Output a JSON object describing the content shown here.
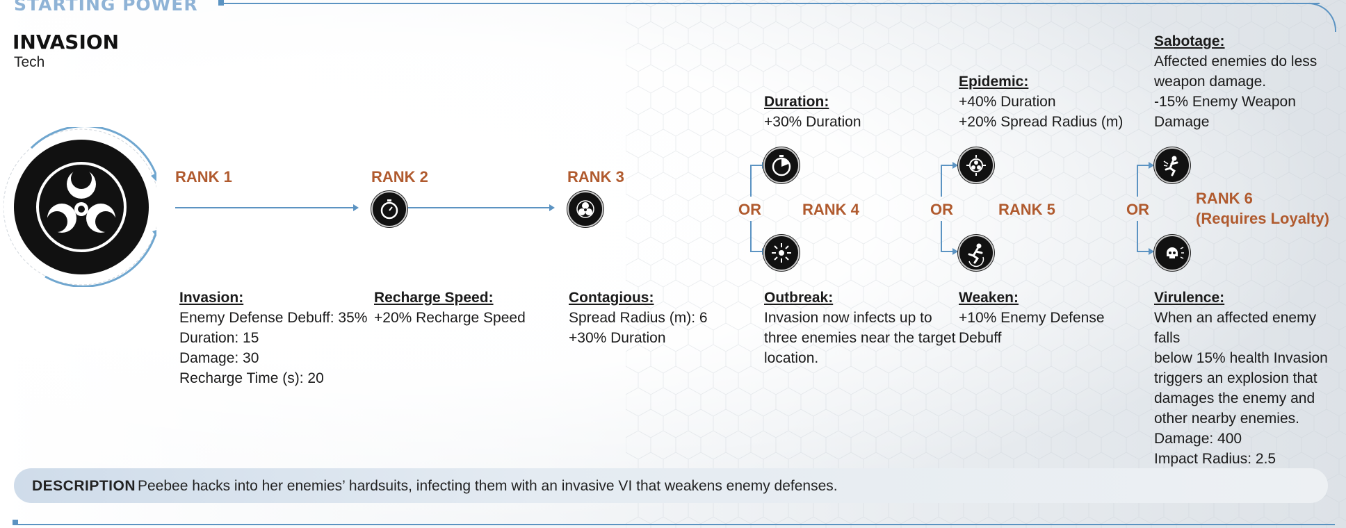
{
  "header": {
    "section_label": "STARTING POWER",
    "power_name": "INVASION",
    "power_type": "Tech"
  },
  "ranks": [
    {
      "label": "RANK 1"
    },
    {
      "label": "RANK 2"
    },
    {
      "label": "RANK 3"
    },
    {
      "label": "RANK 4"
    },
    {
      "label": "RANK 5"
    },
    {
      "label": "RANK 6",
      "note": "(Requires Loyalty)"
    }
  ],
  "or_label": "OR",
  "upgrades": {
    "invasion": {
      "title": "Invasion:",
      "lines": [
        "Enemy Defense Debuff: 35%",
        "Duration: 15",
        "Damage: 30",
        "Recharge Time (s): 20"
      ]
    },
    "recharge_speed": {
      "title": "Recharge Speed:",
      "lines": [
        "+20% Recharge Speed"
      ]
    },
    "contagious": {
      "title": "Contagious:",
      "lines": [
        "Spread Radius (m): 6",
        "+30% Duration"
      ]
    },
    "duration": {
      "title": "Duration:",
      "lines": [
        "+30% Duration"
      ]
    },
    "outbreak": {
      "title": "Outbreak:",
      "lines": [
        "Invasion now infects up to",
        "three enemies near the target",
        "location."
      ]
    },
    "epidemic": {
      "title": "Epidemic:",
      "lines": [
        "+40% Duration",
        "+20% Spread Radius (m)"
      ]
    },
    "weaken": {
      "title": "Weaken:",
      "lines": [
        "+10% Enemy Defense",
        "Debuff"
      ]
    },
    "sabotage": {
      "title": "Sabotage:",
      "lines": [
        "Affected enemies do less",
        "weapon damage.",
        "-15% Enemy Weapon",
        "Damage"
      ]
    },
    "virulence": {
      "title": "Virulence:",
      "lines": [
        "When an affected enemy falls",
        "below 15% health Invasion",
        "triggers an explosion that",
        "damages the enemy and",
        "other nearby enemies.",
        "Damage: 400",
        "Impact Radius: 2.5"
      ]
    }
  },
  "description": {
    "label": "DESCRIPTION",
    "text": "Peebee hacks into her enemies’ hardsuits, infecting them with an invasive VI that weakens enemy defenses."
  },
  "colors": {
    "accent_blue": "#5b93c2",
    "rank_orange": "#b05a2e",
    "node_black": "#111111"
  },
  "icons": [
    "biohazard-icon",
    "stopwatch-icon",
    "biohazard-small-icon",
    "timer-icon",
    "burst-icon",
    "virus-icon",
    "falling-figure-icon",
    "weapon-sabotage-icon",
    "skull-burst-icon"
  ]
}
